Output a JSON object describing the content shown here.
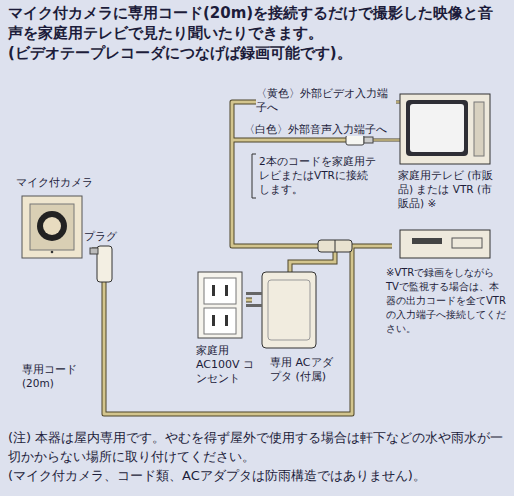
{
  "diagram": {
    "title": "マイク付カメラに専用コード(20m)を接続するだけで撮影した映像と音声を家庭用テレビで見たり聞いたりできます。",
    "nodes": [
      {
        "text": [
          "マイク付カメラ"
        ]
      },
      {
        "text": [
          "家庭用テレビ (市販品) または VTR (市販品) ※"
        ]
      },
      {
        "text": [
          "家庭用 AC100V コンセント"
        ]
      },
      {
        "text": [
          "専用 ACアダプタ (付属)"
        ]
      }
    ],
    "edges": [
      {
        "from": 0,
        "to": 1,
        "arrow": "none"
      },
      {
        "from": 3,
        "to": 2,
        "arrow": "none"
      }
    ],
    "labels": [
      "(ビデオテープレコーダにつなげば録画可能です)。",
      "〈黄色〉外部ビデオ入力端子へ",
      "〈白色〉外部音声入力端子へ",
      "2本のコードを家庭用テレビまたはVTRに接続します。",
      "プラグ",
      "専用コード (20m)",
      "※VTRで録画をしながらTVで監視する場合は、本器の出力コードを全てVTRの入力端子へ接続してください。",
      "(注) 本器は屋内専用です。やむを得ず屋外で使用する場合は軒下などの水や雨水が一切かからない場所に取り付けてください。",
      "(マイク付カメラ、コード類、ACアダプタは防雨構造ではありません)。"
    ]
  }
}
